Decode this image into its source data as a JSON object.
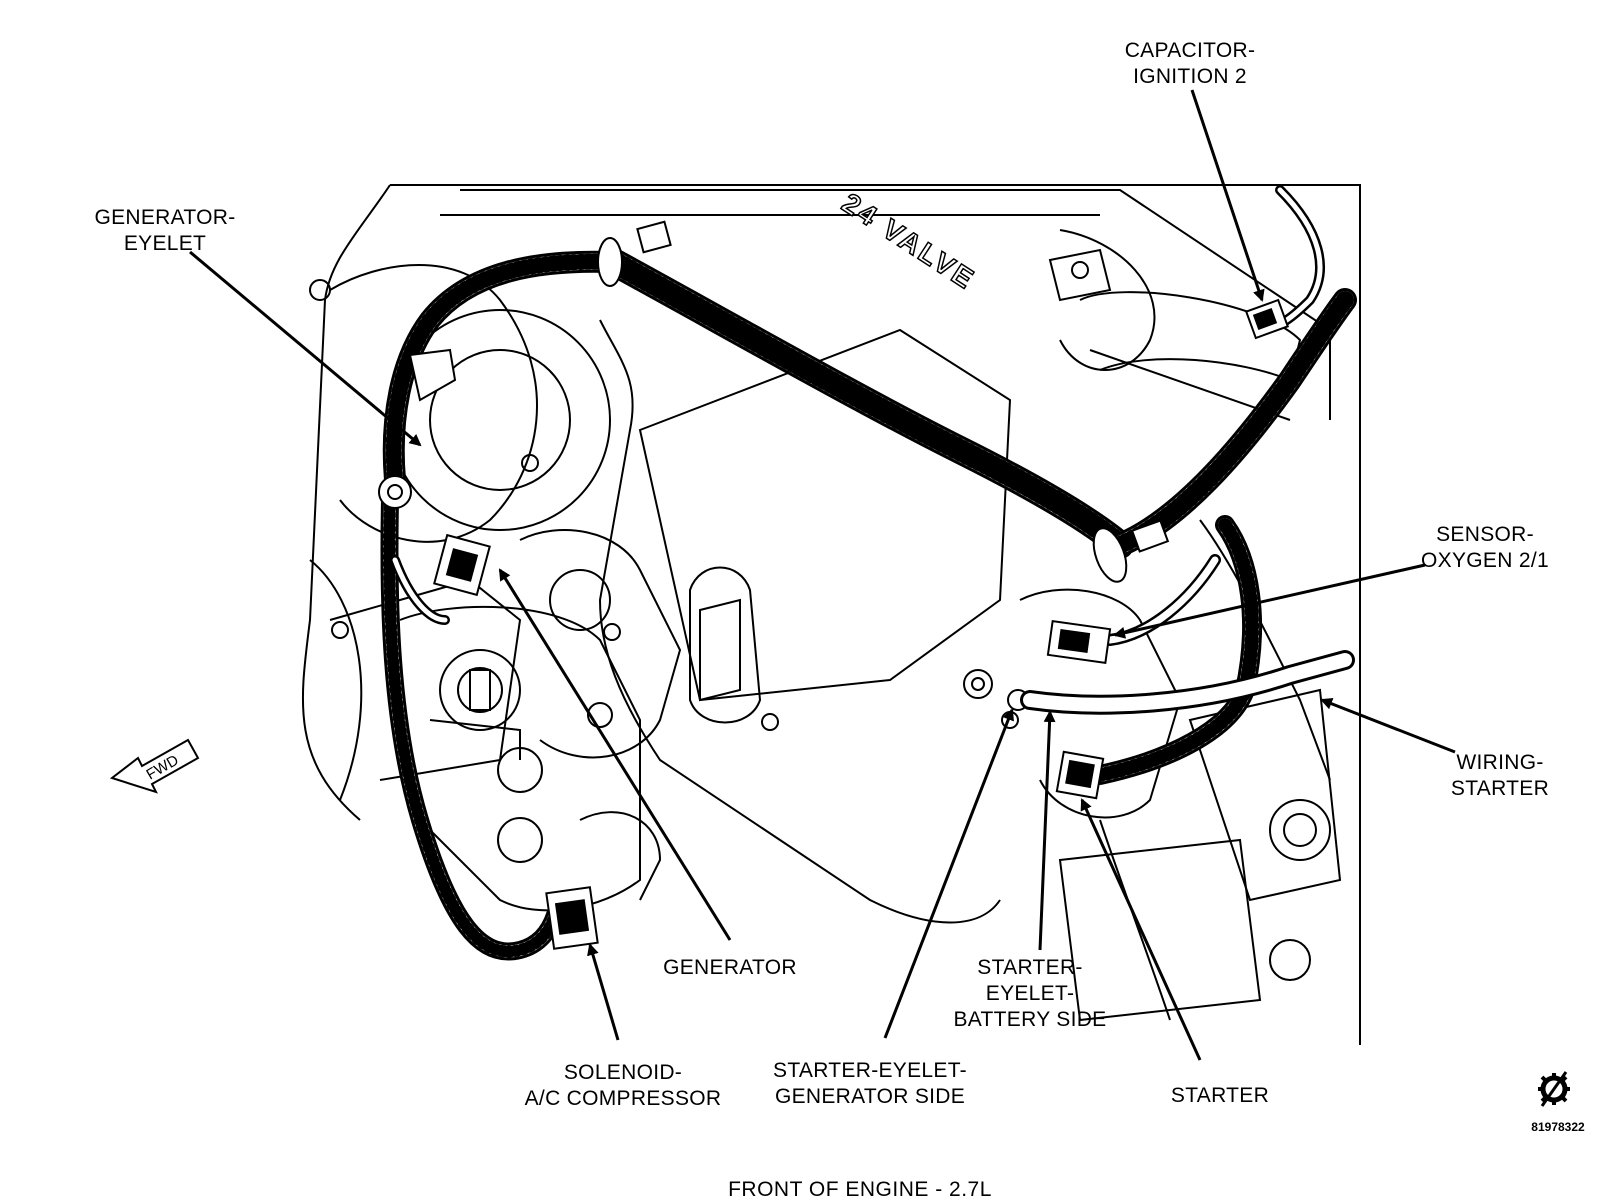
{
  "labels": {
    "capacitor": "CAPACITOR-\nIGNITION 2",
    "generator_eyelet": "GENERATOR-\nEYELET",
    "sensor_oxygen": "SENSOR-\nOXYGEN 2/1",
    "wiring_starter": "WIRING-\nSTARTER",
    "generator": "GENERATOR",
    "starter_eyelet_battery": "STARTER-\nEYELET-\nBATTERY SIDE",
    "solenoid": "SOLENOID-\nA/C COMPRESSOR",
    "starter_eyelet_generator": "STARTER-EYELET-\nGENERATOR SIDE",
    "starter": "STARTER"
  },
  "engine_text": "24 VALVE",
  "fwd_arrow_text": "FWD",
  "figure_number": "81978322",
  "caption": "FRONT OF ENGINE - 2.7L",
  "icons": {
    "corner_symbol": "gear-slash-icon"
  }
}
